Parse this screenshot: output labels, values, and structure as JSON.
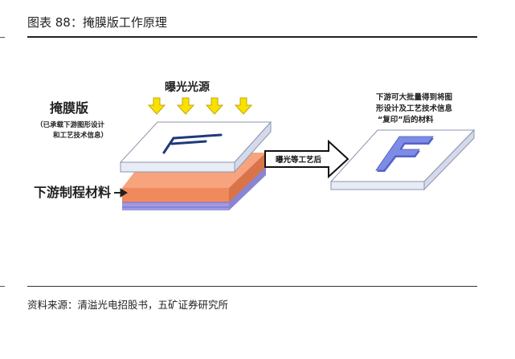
{
  "figure": {
    "title": "图表 88：掩膜版工作原理",
    "source": "资料来源：清溢光电招股书，五矿证券研究所"
  },
  "diagram": {
    "light_source_label": "曝光光源",
    "mask_label": "掩膜版",
    "mask_note_line1": "（已承载下游图形设计",
    "mask_note_line2": "和工艺技术信息）",
    "downstream_label": "下游制程材料",
    "arrow_label": "曝光等工艺后",
    "result_line1": "下游可大批量得到将图",
    "result_line2": "形设计及工艺技术信息",
    "result_line3": "“复印”后的材料"
  },
  "colors": {
    "arrow_yellow": "#f7e200",
    "arrow_yellow_stroke": "#c9a400",
    "orange_layer": "#f08a5d",
    "purple_layer": "#9f9ae0",
    "pattern_blue": "#1f3a7a",
    "letter_blue": "#6f7de0"
  }
}
